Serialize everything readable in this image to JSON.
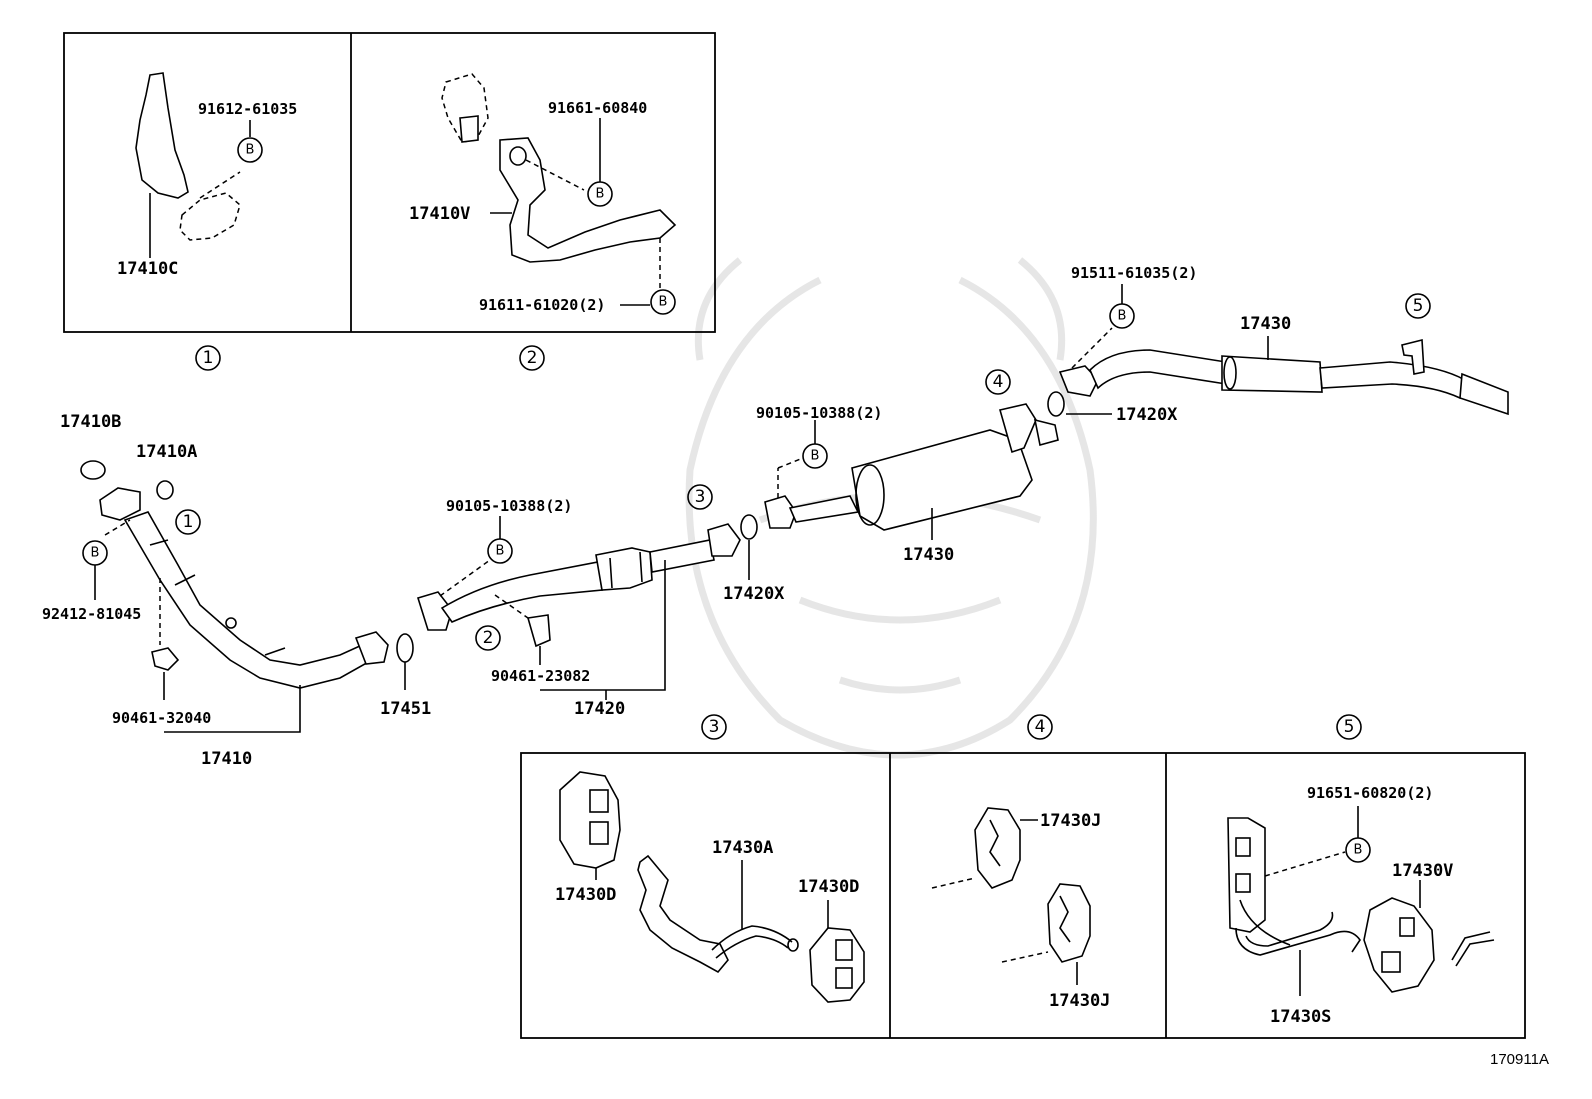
{
  "diagram_code": "170911A",
  "bolt_symbol": "B",
  "inset_numbers": [
    "①",
    "②",
    "③",
    "④",
    "⑤"
  ],
  "callouts": {
    "p17410B": "17410B",
    "p17410A": "17410A",
    "p92412": "92412-81045",
    "p90461_32040": "90461-32040",
    "p17410": "17410",
    "p17451": "17451",
    "p90105_a": "90105-10388(2)",
    "p90461_23082": "90461-23082",
    "p17420": "17420",
    "p17420X_a": "17420X",
    "p90105_b": "90105-10388(2)",
    "p17430_a": "17430",
    "p17420X_b": "17420X",
    "p91511": "91511-61035(2)",
    "p17430_b": "17430",
    "i1_91612": "91612-61035",
    "i1_17410C": "17410C",
    "i2_91661": "91661-60840",
    "i2_17410V": "17410V",
    "i2_91611": "91611-61020(2)",
    "i3_17430D_a": "17430D",
    "i3_17430A": "17430A",
    "i3_17430D_b": "17430D",
    "i4_17430J_a": "17430J",
    "i4_17430J_b": "17430J",
    "i5_91651": "91651-60820(2)",
    "i5_17430V": "17430V",
    "i5_17430S": "17430S"
  }
}
